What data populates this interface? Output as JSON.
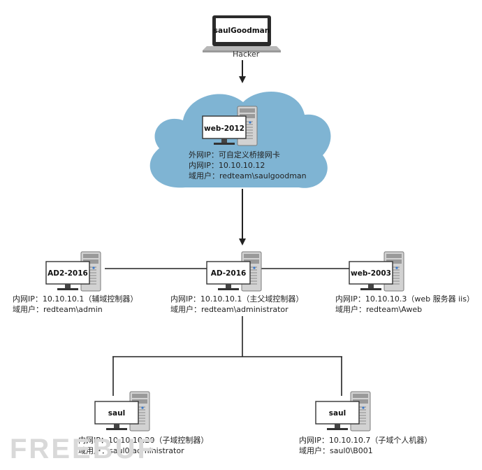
{
  "hacker": {
    "laptop_label": "saulGoodman",
    "caption": "Hacker"
  },
  "cloud": {
    "server_name": "web-2012",
    "lines": [
      "外网IP：可自定义桥接网卡",
      "内网IP：10.10.10.12",
      "域用户：redteam\\saulgoodman"
    ]
  },
  "nodes": {
    "ad2": {
      "name": "AD2-2016",
      "lines": [
        "内网IP：10.10.10.1（辅域控制器）",
        "域用户：redteam\\admin"
      ]
    },
    "ad": {
      "name": "AD-2016",
      "lines": [
        "内网IP：10.10.10.1（主父域控制器）",
        "域用户：redteam\\administrator"
      ]
    },
    "web2003": {
      "name": "web-2003",
      "lines": [
        "内网IP：10.10.10.3（web 服务器 iis）",
        "域用户：redteam\\Aweb"
      ]
    },
    "saul_dc": {
      "name": "saul",
      "lines": [
        "内网IP：10.10.10.20（子域控制器）",
        "域用户：saul0\\administrator"
      ]
    },
    "saul_pc": {
      "name": "saul",
      "lines": [
        "内网IP：10.10.10.7（子域个人机器）",
        "域用户：saul0\\B001"
      ]
    }
  },
  "watermark": "FREEBUF",
  "colors": {
    "cloud": "#7fb4d3",
    "tower": "#c8c8c8",
    "tower_dark": "#8a8a8a",
    "monitor_stand": "#555555",
    "line": "#222222",
    "led": "#3a78c9"
  }
}
